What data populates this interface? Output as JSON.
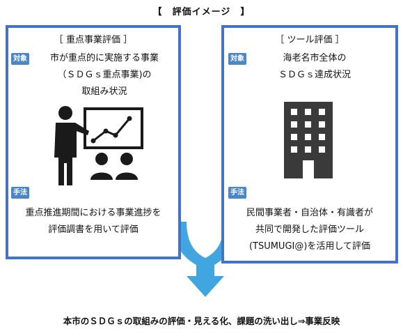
{
  "title": "【　評価イメージ　】",
  "left_box": {
    "heading": "［ 重点事業評価 ］",
    "target_tag": "対象",
    "target_lines": [
      "市が重点的に実施する事業",
      "（ＳＤＧｓ重点事業)の",
      "取組み状況"
    ],
    "method_tag": "手法",
    "method_lines": [
      "重点推進期間における事業進捗を",
      "評価調書を用いて評価"
    ]
  },
  "right_box": {
    "heading": "［ ツール評価 ］",
    "target_tag": "対象",
    "target_lines": [
      "海老名市全体の",
      "ＳＤＧｓ達成状況"
    ],
    "method_tag": "手法",
    "method_lines": [
      "民間事業者・自治体・有識者が",
      "共同で開発した評価ツール",
      "(TSUMUGI@)を活用して評価"
    ]
  },
  "bottom_text": "本市のＳＤＧｓの取組みの評価・見える化、課題の洗い出し⇒事業反映",
  "colors": {
    "box_border": "#4472c4",
    "tag_bg": "#4a86c8",
    "arrow": "#41a6e0",
    "icon": "#1a1a1a",
    "building": "#3a3a3a"
  },
  "icons": {
    "left": "presentation-icon",
    "right": "building-icon",
    "merge": "merge-arrow-icon"
  }
}
